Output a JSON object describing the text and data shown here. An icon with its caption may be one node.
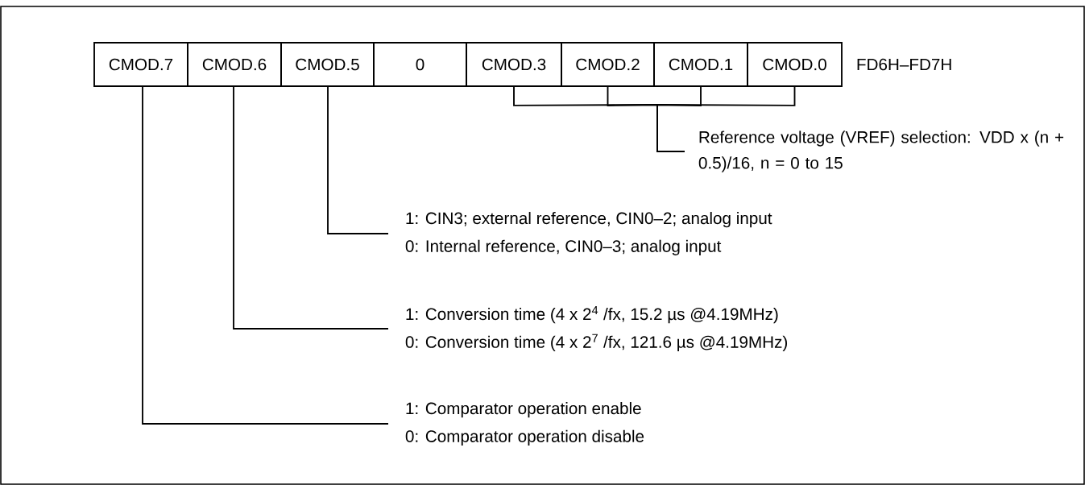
{
  "diagram": {
    "nodes": [
      {
        "text": [
          "CMOD.7"
        ]
      },
      {
        "text": [
          "CMOD.6"
        ]
      },
      {
        "text": [
          "CMOD.5"
        ]
      },
      {
        "text": [
          "0"
        ]
      },
      {
        "text": [
          "CMOD.3"
        ]
      },
      {
        "text": [
          "CMOD.2"
        ]
      },
      {
        "text": [
          "CMOD.1"
        ]
      },
      {
        "text": [
          "CMOD.0"
        ]
      },
      {
        "text": [
          "Reference voltage (VREF) selection: VDD x (n + 0.5)/16, n = 0 to 15"
        ]
      },
      {
        "text": [
          "1: CIN3; external reference, CIN0–2; analog input",
          "0: Internal reference, CIN0–3; analog input"
        ]
      },
      {
        "text": [
          "1: Conversion time (4 x 2$^{4}$ /fx, 15.2 µs @4.19MHz)",
          "0: Conversion time (4 x 2$^{7}$ /fx, 121.6 µs @4.19MHz)"
        ]
      },
      {
        "text": [
          "1: Comparator operation enable",
          "0: Comparator operation disable"
        ]
      }
    ],
    "edges": [
      {
        "from": 4,
        "to": 8,
        "arrow": "none"
      },
      {
        "from": 5,
        "to": 8,
        "arrow": "none"
      },
      {
        "from": 6,
        "to": 8,
        "arrow": "none"
      },
      {
        "from": 7,
        "to": 8,
        "arrow": "none"
      },
      {
        "from": 2,
        "to": 9,
        "arrow": "none"
      },
      {
        "from": 1,
        "to": 10,
        "arrow": "none"
      },
      {
        "from": 0,
        "to": 11,
        "arrow": "none"
      }
    ],
    "labels": [
      "FD6H–FD7H"
    ]
  }
}
